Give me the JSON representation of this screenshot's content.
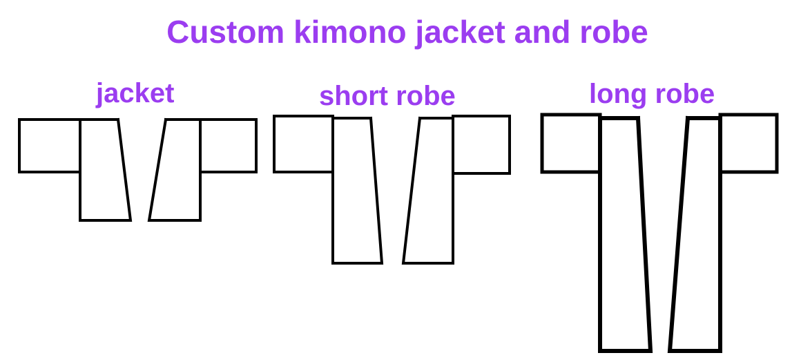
{
  "title": "Custom kimono jacket and robe",
  "colors": {
    "title": "#9b3df0",
    "label": "#9b3df0",
    "outline": "#000000",
    "background": "#ffffff"
  },
  "garments": {
    "jacket": {
      "label": "jacket"
    },
    "short_robe": {
      "label": "short robe"
    },
    "long_robe": {
      "label": "long robe"
    }
  }
}
